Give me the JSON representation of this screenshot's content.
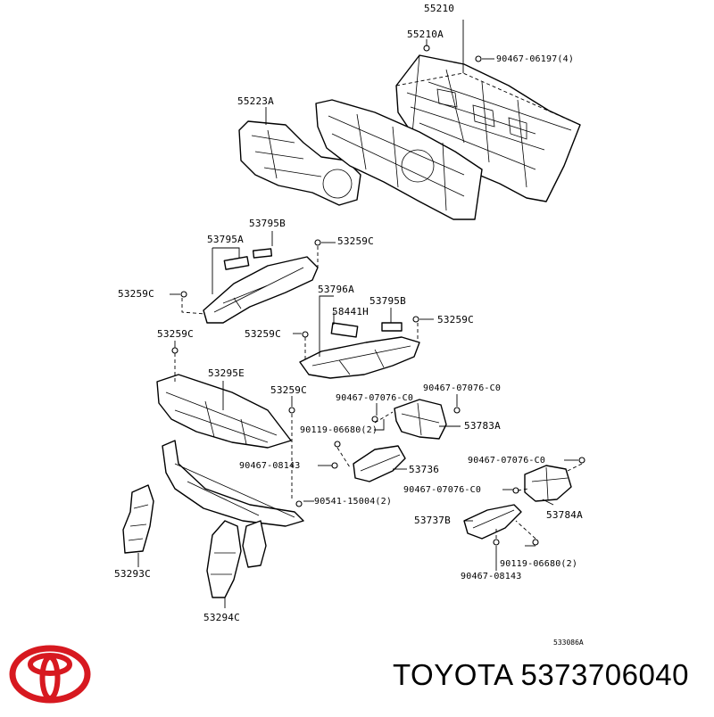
{
  "labels": {
    "p55210": "55210",
    "p55210a": "55210A",
    "p9046706197": "90467-06197(4)",
    "p55223a": "55223A",
    "p53795b_1": "53795B",
    "p53795a": "53795A",
    "p53259c_1": "53259C",
    "p53259c_2": "53259C",
    "p53796a": "53796A",
    "p58441h": "58441H",
    "p53795b_2": "53795B",
    "p53259c_3": "53259C",
    "p53259c_4": "53259C",
    "p53259c_5": "53259C",
    "p53295e": "53295E",
    "p53259c_6": "53259C",
    "p9046707076c0_1": "90467-07076-C0",
    "p9046707076c0_2": "90467-07076-C0",
    "p9011906680_1": "90119-06680(2)",
    "p53783a": "53783A",
    "p9046708143_1": "90467-08143",
    "p53736": "53736",
    "p9046707076c0_3": "90467-07076-C0",
    "p9046707076c0_4": "90467-07076-C0",
    "p9054115004": "90541-15004(2)",
    "p53784a": "53784A",
    "p53737b": "53737B",
    "p53293c": "53293C",
    "p9011906680_2": "90119-06680(2)",
    "p9046708143_2": "90467-08143",
    "p53294c": "53294C"
  },
  "diagram_code": "533086A",
  "footer_text": "TOYOTA 5373706040",
  "logo_icon": "toyota-logo-icon",
  "colors": {
    "logo": "#d71920",
    "ink": "#000000",
    "background": "#ffffff"
  }
}
